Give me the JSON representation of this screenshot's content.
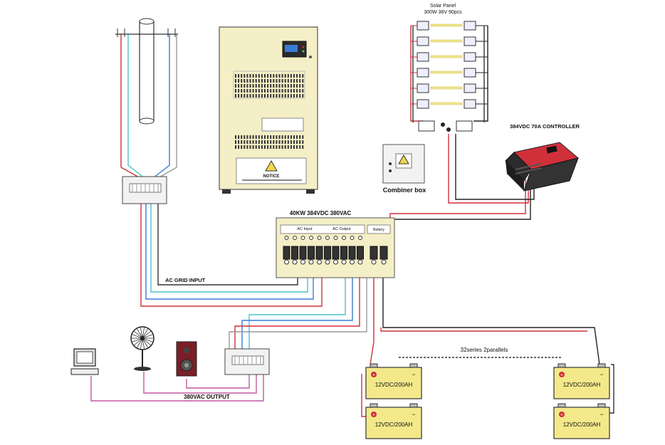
{
  "solar": {
    "title": "Solar  Panel",
    "subtitle": "300W 36V 90pcs"
  },
  "controller": {
    "label": "384VDC 70A CONTROLLER"
  },
  "combiner": {
    "label": "Combiner box"
  },
  "inverter_cabinet": {
    "notice": "NOTICE"
  },
  "panel": {
    "title": "40KW 384VDC 380VAC",
    "ac_input": "AC Input",
    "ac_output": "AC Output",
    "battery": "Battery"
  },
  "grid_label": "AC GRID INPUT",
  "output_label": "380VAC OUTPUT",
  "battery_bank": {
    "label": "32series 2parallels",
    "battery_label": "12VDC/200AH"
  },
  "colors": {
    "red": "#d0303a",
    "blue": "#3a7bd5",
    "cyan": "#4cc3c8",
    "pink": "#c05aa0",
    "yellow": "#f3e98a",
    "cream": "#f4efc6",
    "black": "#222222"
  }
}
